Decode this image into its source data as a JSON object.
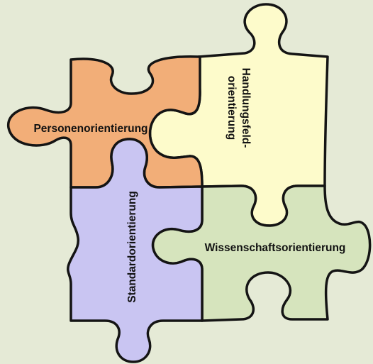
{
  "colors": {
    "background": "#e5ead6",
    "outline": "#141414",
    "orange": "#f2ae78",
    "yellow": "#fdfbcb",
    "blue": "#c9c5f2",
    "green": "#d6e4bd"
  },
  "pieces": {
    "personen": {
      "label": "Personenorientierung"
    },
    "handlung": {
      "label_line1": "Handlungsfeld-",
      "label_line2": "orientierung"
    },
    "standard": {
      "label": "Standardorientierung"
    },
    "wissenschaft": {
      "label": "Wissenschaftsorientierung"
    }
  }
}
